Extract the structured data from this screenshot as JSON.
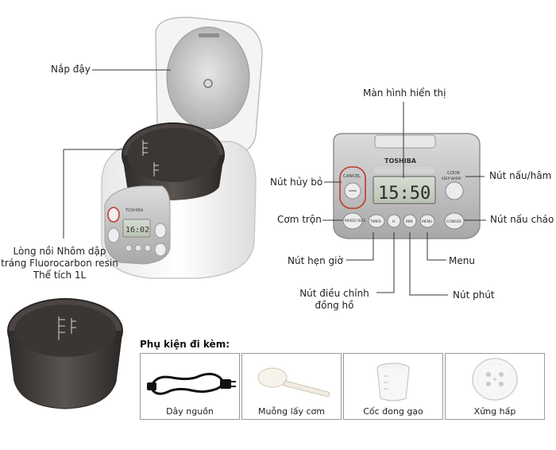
{
  "labels": {
    "lid": "Nắp đậy",
    "display": "Màn hình hiển thị",
    "cancel_btn": "Nút hủy bỏ",
    "cook_btn": "Nút nấu/hâm",
    "mixed_rice": "Cơm trộn",
    "congee_btn": "Nút nấu cháo",
    "timer_btn": "Nút hẹn giờ",
    "menu": "Menu",
    "clock_adjust": "Nút điều chỉnh đồng hồ",
    "minute_btn": "Nút phút",
    "inner_pot": "Lòng nồi Nhôm dập tráng Fluorocarbon resin Thể tích 1L"
  },
  "panel": {
    "brand": "TOSHIBA",
    "time": "15:50",
    "small_time": "16:02",
    "cancel": "CANCEL",
    "cook": "COOK",
    "keep_warm": "KEEP WARM",
    "mixed_rice": "MIXED RICE",
    "timer": "TIMER",
    "hour": "H",
    "min": "MIN",
    "menu": "MENU",
    "congee": "CONGEE"
  },
  "accessories": {
    "title": "Phụ kiện đi kèm:",
    "items": [
      {
        "name": "Dây nguồn",
        "icon": "power-cord-icon"
      },
      {
        "name": "Muỗng lấy cơm",
        "icon": "rice-paddle-icon"
      },
      {
        "name": "Cốc đong gạo",
        "icon": "measuring-cup-icon"
      },
      {
        "name": "Xửng hấp",
        "icon": "steamer-tray-icon"
      }
    ]
  },
  "colors": {
    "body_white": "#f3f3f3",
    "panel_silver": "#c8c8c8",
    "lcd_green": "#c9d2c3",
    "pot_dark": "#3f3b39",
    "cancel_red": "#c0392b"
  }
}
